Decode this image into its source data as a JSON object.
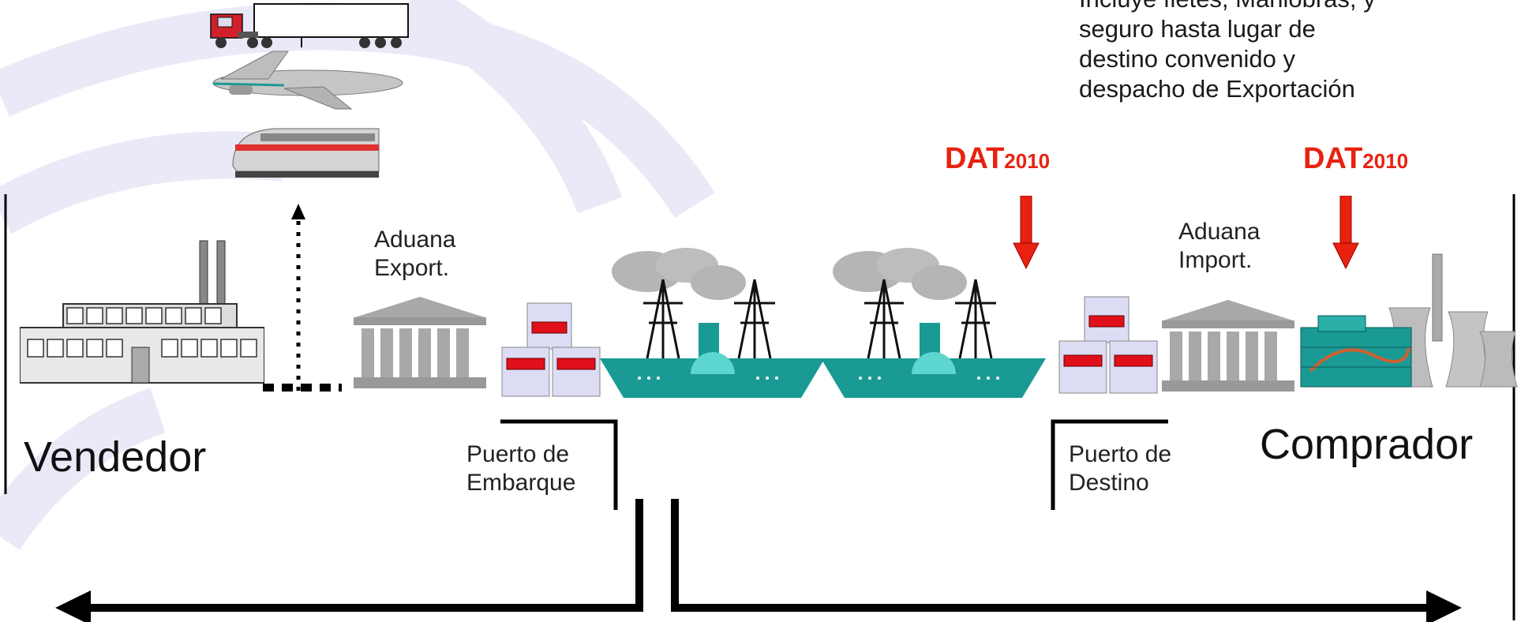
{
  "note": {
    "lines": [
      "Incluye fletes, Maniobras, y",
      "seguro hasta lugar de",
      "destino convenido  y",
      "despacho de Exportación"
    ]
  },
  "dat_markers": [
    {
      "main": "DAT",
      "sub": "2010"
    },
    {
      "main": "DAT",
      "sub": "2010"
    }
  ],
  "labels": {
    "aduana_export": [
      "Aduana",
      "Export."
    ],
    "aduana_import": [
      "Aduana",
      "Import."
    ],
    "puerto_embarque": [
      "Puerto de",
      "Embarque"
    ],
    "puerto_destino": [
      "Puerto de",
      "Destino"
    ],
    "vendedor": "Vendedor",
    "comprador": "Comprador"
  },
  "icons": [
    "truck-icon",
    "airplane-icon",
    "train-icon",
    "factory-icon",
    "customs-building-icon",
    "cargo-boxes-icon",
    "steamship-icon",
    "power-plant-icon",
    "red-down-arrow-icon"
  ],
  "colors": {
    "accent_red": "#e8220f",
    "ship_teal": "#1a9a94",
    "box_lavender": "#dcdcf5"
  }
}
